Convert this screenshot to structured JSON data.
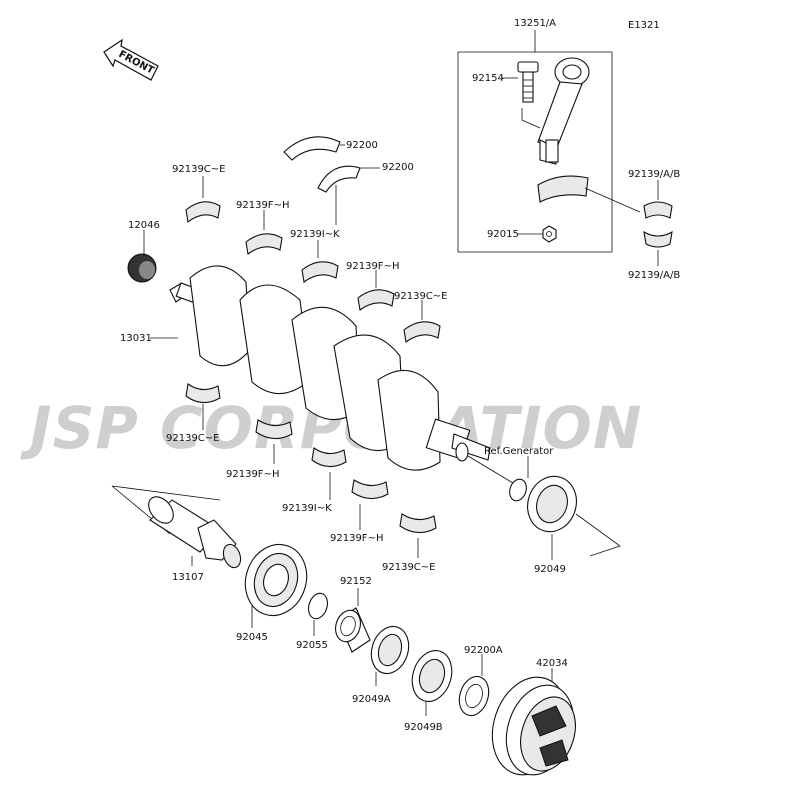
{
  "diagram_code": "E1321",
  "front_label": "FRONT",
  "watermark": "JSP CORPORATION",
  "ref_generator": "Ref.Generator",
  "parts": {
    "conrod_assy": "13251/A",
    "conrod_bolt": "92154",
    "conrod_nut": "92015",
    "bearing_ab_upper": "92139/A/B",
    "bearing_ab_lower": "92139/A/B",
    "thrust_upper": "92200",
    "thrust_lower": "92200",
    "bearing_ce_tl": "92139C~E",
    "bearing_fh_t1": "92139F~H",
    "bearing_ik_t": "92139I~K",
    "bearing_fh_t2": "92139F~H",
    "bearing_ce_tr": "92139C~E",
    "gear": "12046",
    "crankshaft": "13031",
    "bearing_ce_bl": "92139C~E",
    "bearing_fh_b1": "92139F~H",
    "bearing_ik_b": "92139I~K",
    "bearing_fh_b2": "92139F~H",
    "bearing_ce_br": "92139C~E",
    "oil_seal_gen": "92049",
    "shaft": "13107",
    "ball_bearing": "92045",
    "oring": "92055",
    "collar": "92152",
    "oil_seal_a": "92049A",
    "oil_seal_b": "92049B",
    "washer": "92200A",
    "pulley": "42034"
  }
}
